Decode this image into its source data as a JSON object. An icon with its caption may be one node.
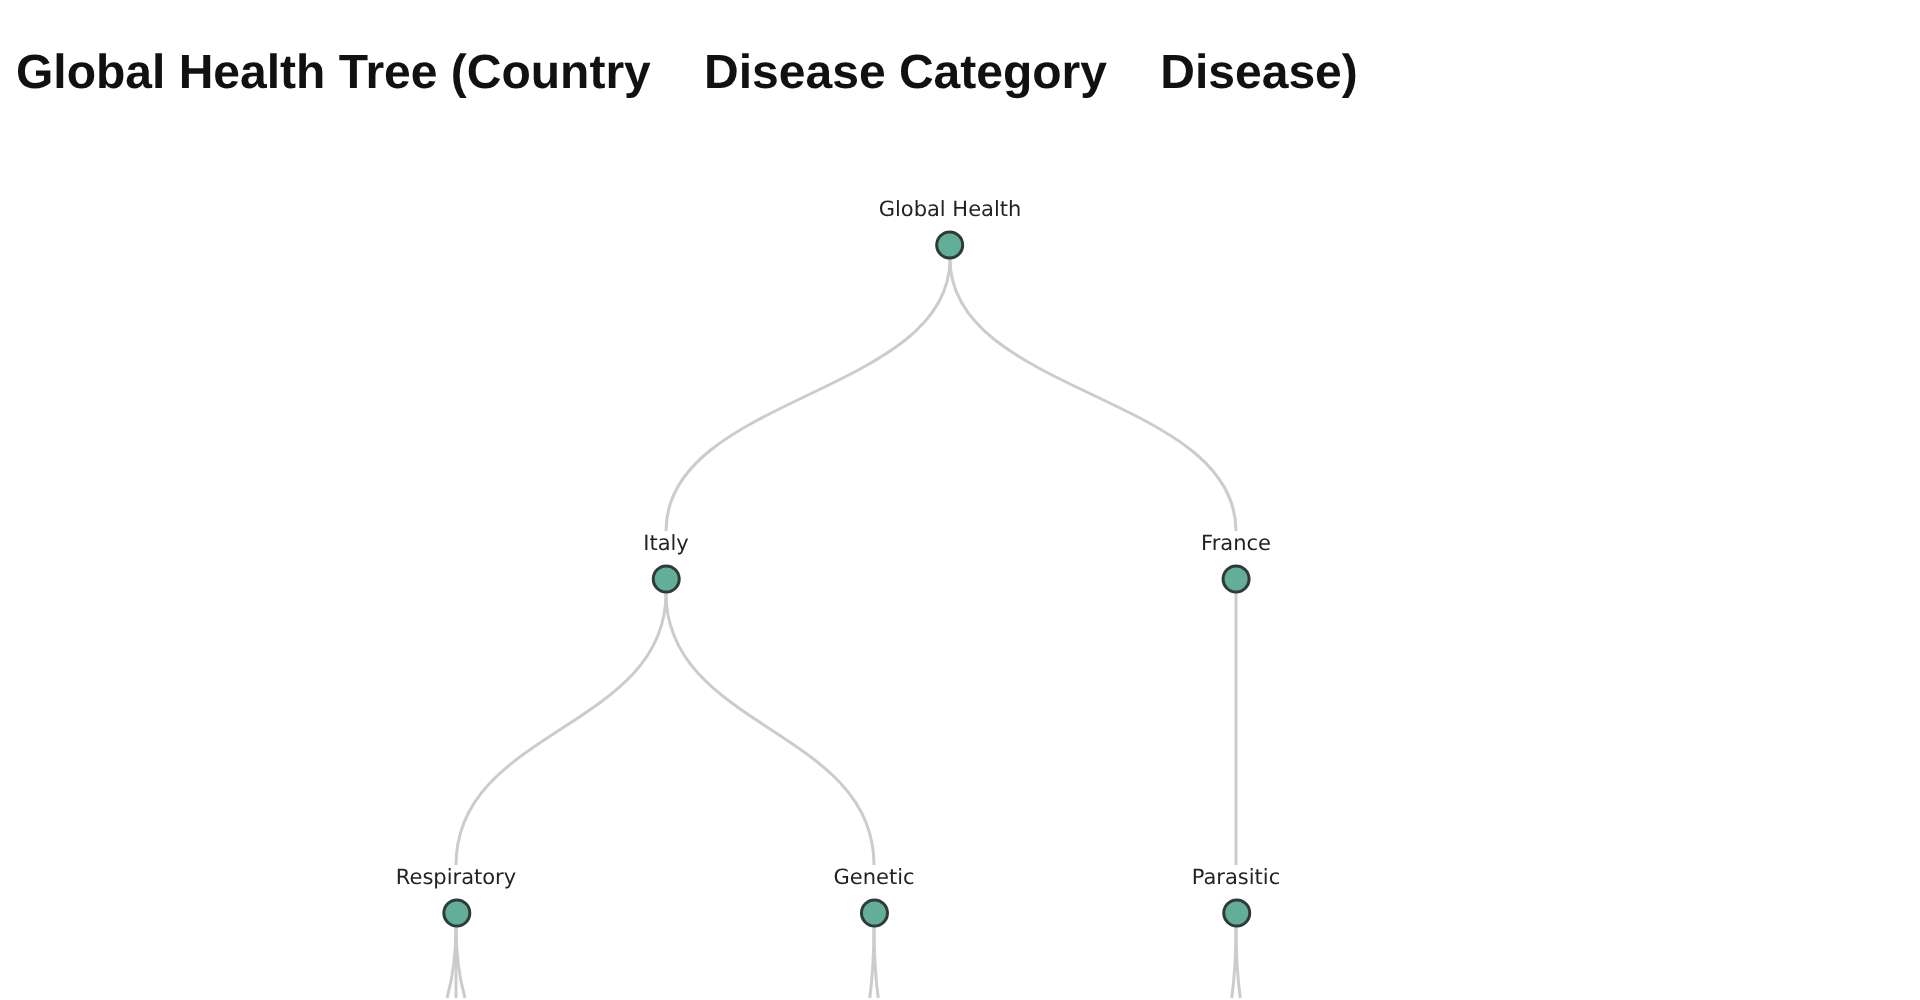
{
  "diagram": {
    "title": "Global Health Tree (Country    Disease Category    Disease)",
    "nodes": [
      {
        "text": [
          "Global Health"
        ]
      },
      {
        "text": [
          "Italy"
        ]
      },
      {
        "text": [
          "France"
        ]
      },
      {
        "text": [
          "Respiratory"
        ]
      },
      {
        "text": [
          "Genetic"
        ]
      },
      {
        "text": [
          "Parasitic"
        ]
      }
    ],
    "edges": [
      {
        "from": 0,
        "to": 1,
        "arrow": "none"
      },
      {
        "from": 0,
        "to": 2,
        "arrow": "none"
      },
      {
        "from": 1,
        "to": 3,
        "arrow": "none"
      },
      {
        "from": 1,
        "to": 4,
        "arrow": "none"
      },
      {
        "from": 2,
        "to": 5,
        "arrow": "none"
      },
      {
        "from": 3,
        "to": null,
        "arrow": "none"
      },
      {
        "from": 3,
        "to": null,
        "arrow": "none"
      },
      {
        "from": 3,
        "to": null,
        "arrow": "none"
      },
      {
        "from": 4,
        "to": null,
        "arrow": "none"
      },
      {
        "from": 4,
        "to": null,
        "arrow": "none"
      },
      {
        "from": 5,
        "to": null,
        "arrow": "none"
      },
      {
        "from": 5,
        "to": null,
        "arrow": "none"
      }
    ]
  }
}
